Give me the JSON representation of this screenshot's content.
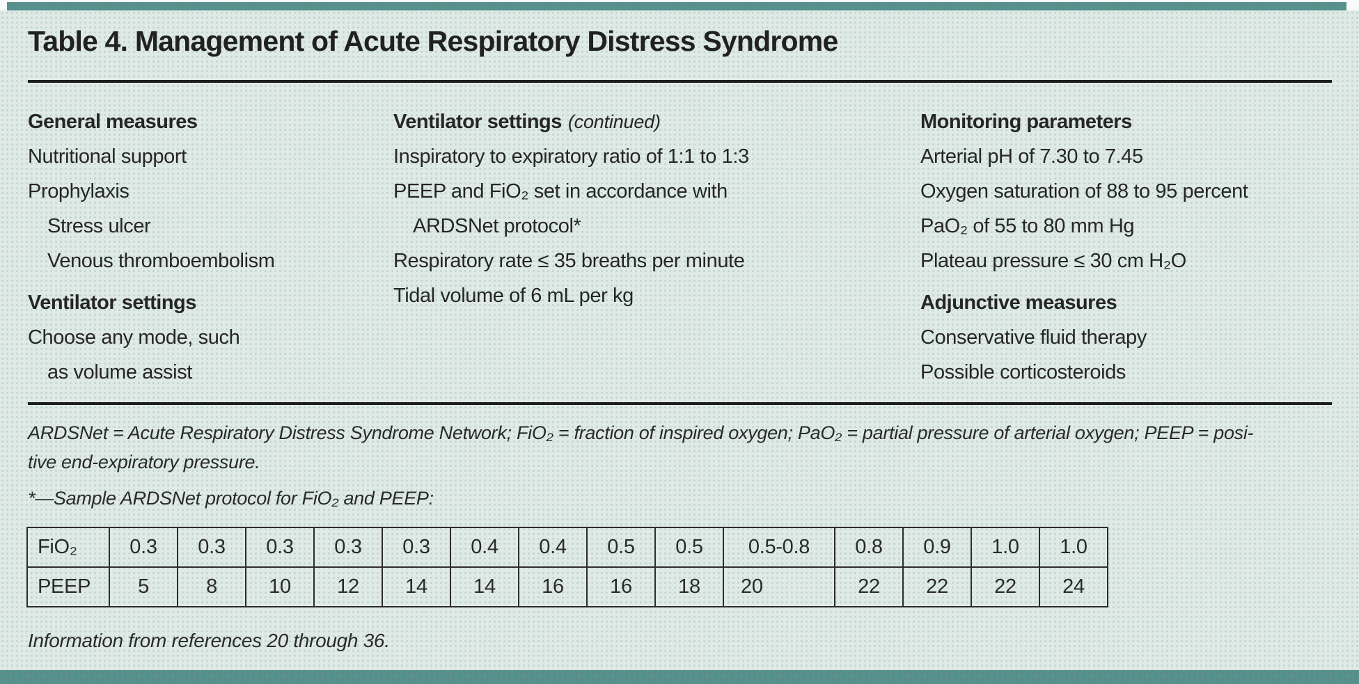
{
  "title": "Table 4. Management of Acute Respiratory Distress Syndrome",
  "colors": {
    "accent_teal": "#55928e",
    "panel_background": "#dfeae7",
    "text": "#262626",
    "rule": "#1d1d1d"
  },
  "sections": {
    "general": {
      "heading": "General measures",
      "items": [
        "Nutritional support",
        "Prophylaxis",
        "Stress ulcer",
        "Venous thromboembolism"
      ]
    },
    "ventilator": {
      "heading": "Ventilator settings",
      "items": [
        "Choose any mode, such",
        "as volume assist"
      ]
    },
    "ventilator_cont": {
      "heading": "Ventilator settings",
      "continued": "(continued)",
      "items": [
        "Inspiratory to expiratory ratio of 1:1 to 1:3",
        "PEEP and FiO₂ set in accordance with",
        "ARDSNet protocol*",
        "Respiratory rate ≤ 35 breaths per minute",
        "Tidal volume of 6 mL per kg"
      ]
    },
    "monitoring": {
      "heading": "Monitoring parameters",
      "items": [
        "Arterial pH of 7.30 to 7.45",
        "Oxygen saturation of 88 to 95 percent",
        "PaO₂ of 55 to 80 mm Hg",
        "Plateau pressure ≤ 30 cm H₂O"
      ]
    },
    "adjunctive": {
      "heading": "Adjunctive measures",
      "items": [
        "Conservative fluid therapy",
        "Possible corticosteroids"
      ]
    }
  },
  "footnotes": {
    "abbrev_line1": "ARDSNet = Acute Respiratory Distress Syndrome Network; FiO₂ = fraction of inspired oxygen; PaO₂ = partial pressure of arterial oxygen; PEEP = posi-",
    "abbrev_line2": "tive end-expiratory pressure.",
    "protocol_note": "*—Sample ARDSNet protocol for FiO₂ and PEEP:",
    "source": "Information from references 20 through 36."
  },
  "protocol_table": {
    "row_labels": [
      "FiO₂",
      "PEEP"
    ],
    "fio2": [
      "0.3",
      "0.3",
      "0.3",
      "0.3",
      "0.3",
      "0.4",
      "0.4",
      "0.5",
      "0.5",
      "0.5-0.8",
      "0.8",
      "0.9",
      "1.0",
      "1.0"
    ],
    "peep": [
      "5",
      "8",
      "10",
      "12",
      "14",
      "14",
      "16",
      "16",
      "18",
      "20",
      "22",
      "22",
      "22",
      "24"
    ]
  }
}
